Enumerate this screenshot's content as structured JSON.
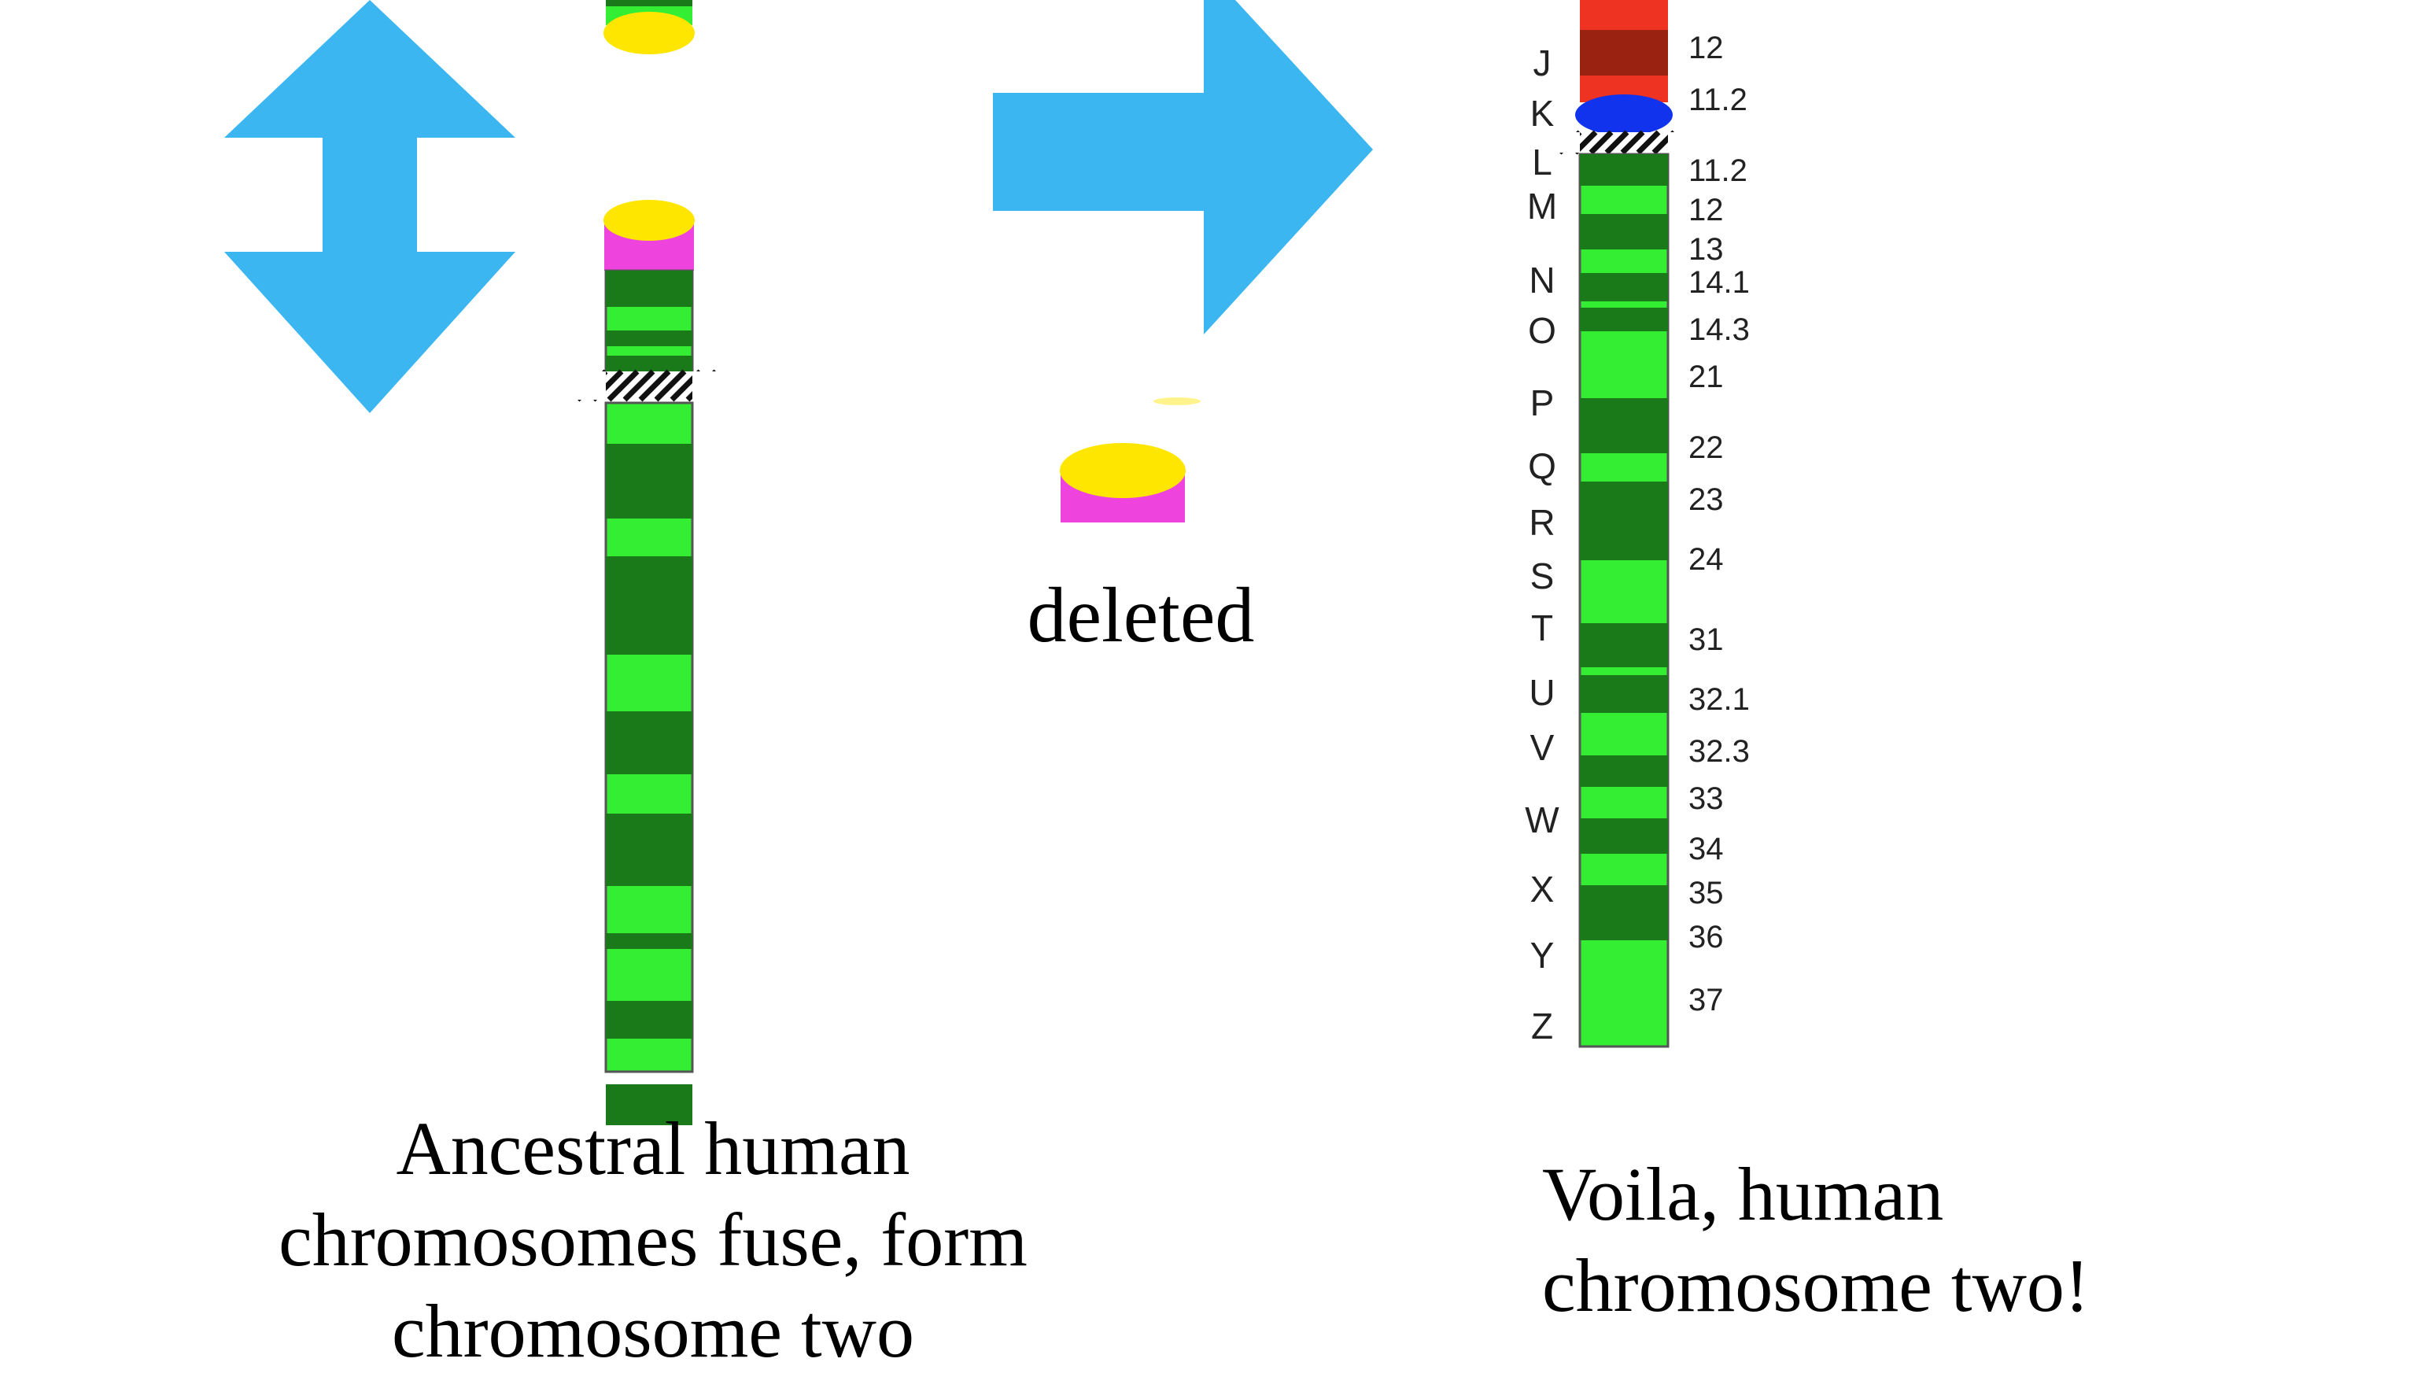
{
  "labels": {
    "deleted": "deleted",
    "caption_left": [
      "Ancestral human",
      "chromosomes fuse, form",
      "chromosome two"
    ],
    "caption_right": [
      "Voila, human",
      "chromosome two!"
    ]
  },
  "band_letters": [
    "J",
    "K",
    "L",
    "M",
    "N",
    "O",
    "P",
    "Q",
    "R",
    "S",
    "T",
    "U",
    "V",
    "W",
    "X",
    "Y",
    "Z"
  ],
  "band_numbers": [
    "12",
    "11.2",
    "11.2",
    "12",
    "13",
    "14.1",
    "14.3",
    "21",
    "22",
    "23",
    "24",
    "31",
    "32.1",
    "32.3",
    "33",
    "34",
    "35",
    "36",
    "37"
  ],
  "colors": {
    "arrow": "#3bb6f0",
    "band_light": "#33ee33",
    "band_dark": "#1a7a1a",
    "cap_yellow": "#ffe600",
    "magenta": "#ee44dd",
    "red": "#ee3322",
    "dark_red": "#992211",
    "centromere_blue": "#1133ee"
  }
}
